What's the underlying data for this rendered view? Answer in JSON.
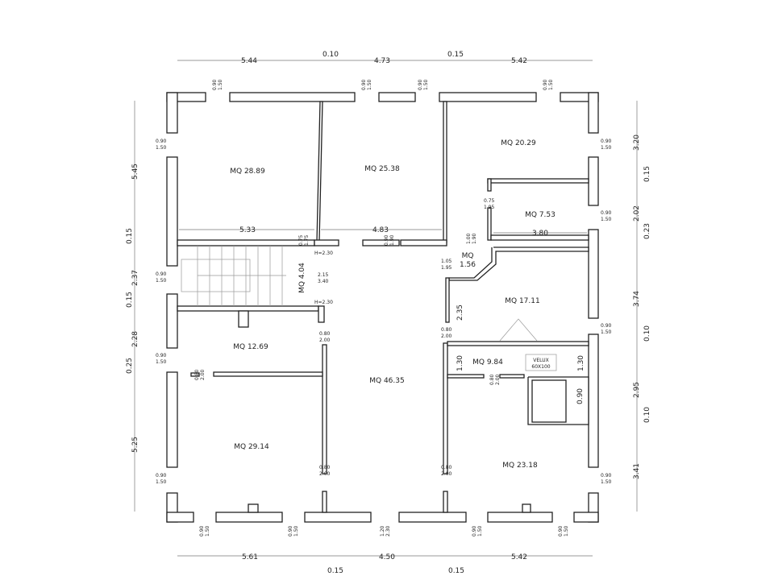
{
  "rooms": {
    "r1": "MQ 28.89",
    "r2": "MQ 25.38",
    "r3": "MQ 20.29",
    "r4": "MQ 7.53",
    "r5a": "MQ",
    "r5b": "1.56",
    "r6": "MQ 4.04",
    "r7": "MQ 17.11",
    "r8": "MQ 12.69",
    "r9": "MQ 9.84",
    "r10": "MQ 46.35",
    "r11": "MQ 29.14",
    "r12": "MQ 23.18"
  },
  "velux": {
    "line1": "VELUX",
    "line2": "60X100"
  },
  "top_dims": [
    "5.44",
    "0.10",
    "4.73",
    "0.15",
    "5.42"
  ],
  "bottom_dims": [
    "5.61",
    "0.15",
    "4.50",
    "0.15",
    "5.42"
  ],
  "left_dims": [
    "5.45",
    "0.15",
    "2.37",
    "0.15",
    "2.28",
    "0.25",
    "5.25"
  ],
  "right_dims": [
    "3.20",
    "0.15",
    "2.02",
    "0.23",
    "3.74",
    "0.10",
    "2.95",
    "0.10",
    "3.41"
  ],
  "inner_dims": {
    "d533": "5.33",
    "d483": "4.83",
    "d380": "3.80",
    "d235": "2.35",
    "d130a": "1.30",
    "d130b": "1.30",
    "d090": "0.90"
  },
  "openings": {
    "win_a": "0.90",
    "win_b": "1.50",
    "door_a": "0.80",
    "door_b": "2.00",
    "d075a": "0.75",
    "d175": "1.75",
    "d075b": "0.75",
    "d195": "1.95",
    "d090": "0.90",
    "d190": "1.90",
    "d100": "1.00",
    "d190b": "1.90",
    "d105": "1.05",
    "d195b": "1.95",
    "d215": "2.15",
    "d340": "3.40",
    "h230": "H=2.30",
    "d120": "1.20",
    "d230": "2.30"
  }
}
